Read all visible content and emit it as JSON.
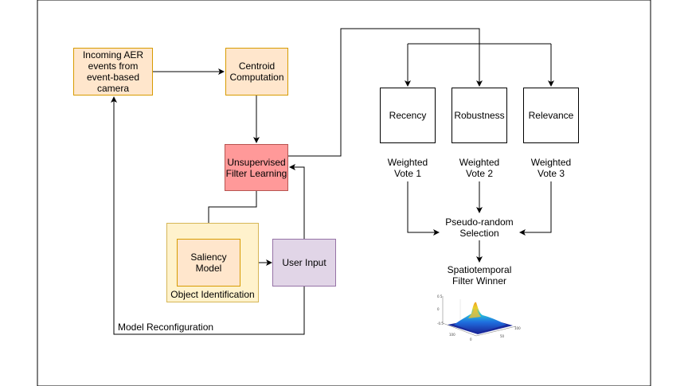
{
  "nodes": {
    "aer": "Incoming AER\nevents from\nevent-based\ncamera",
    "centroid": "Centroid\nComputation",
    "unsupervised": "Unsupervised\nFilter Learning",
    "saliency": "Saliency\nModel",
    "user_input": "User Input",
    "recency": "Recency",
    "robustness": "Robustness",
    "relevance": "Relevance"
  },
  "labels": {
    "object_identification": "Object Identification",
    "model_reconfiguration": "Model Reconfiguration",
    "vote1": "Weighted\nVote 1",
    "vote2": "Weighted\nVote 2",
    "vote3": "Weighted\nVote 3",
    "pseudo_random": "Pseudo-random\nSelection",
    "winner": "Spatiotemporal\nFilter Winner"
  },
  "colors": {
    "aer_fill": "#ffe6cc",
    "aer_stroke": "#d79b00",
    "unsup_fill": "#ff9999",
    "unsup_stroke": "#b85450",
    "obj_fill": "#fff2cc",
    "obj_stroke": "#d6b656",
    "user_fill": "#e1d5e7",
    "user_stroke": "#9673a6"
  }
}
